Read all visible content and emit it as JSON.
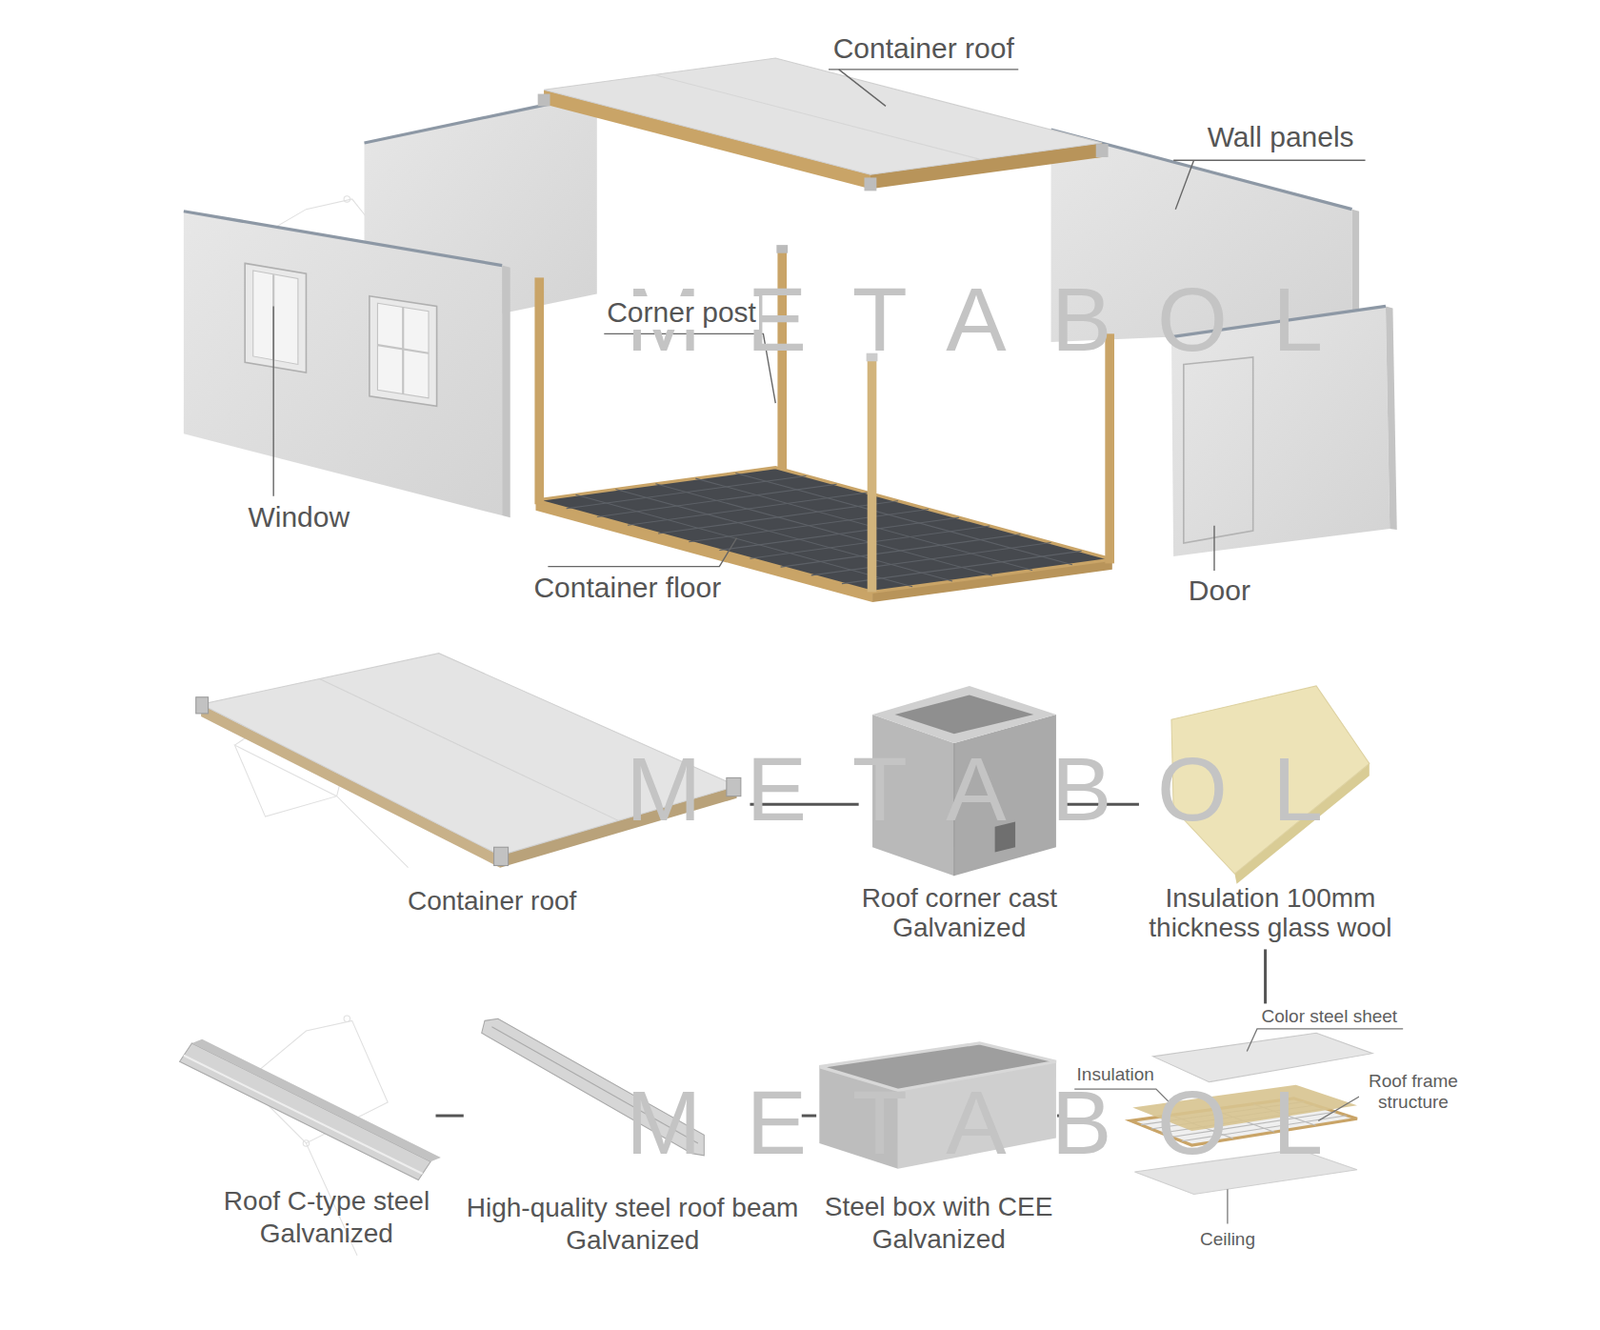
{
  "diagram": {
    "nodes": [
      {
        "text": [
          "Container roof"
        ]
      },
      {
        "text": [
          "Roof corner cast",
          "Galvanized"
        ]
      },
      {
        "text": [
          "Insulation 100mm thickness glass wool"
        ]
      },
      {
        "text": [
          "Roof C-type steel",
          "Galvanized"
        ]
      },
      {
        "text": [
          "High-quality steel roof beam",
          "Galvanized"
        ]
      },
      {
        "text": [
          "Steel box with CEE",
          "Galvanized"
        ]
      },
      {
        "text": [
          "Color steel sheet",
          "Insulation",
          "Roof frame structure",
          "Ceiling"
        ]
      }
    ],
    "edges": [
      {
        "from": 0,
        "to": 1,
        "arrow": "none"
      },
      {
        "from": 1,
        "to": 2,
        "arrow": "none"
      },
      {
        "from": 2,
        "to": 6,
        "arrow": "none"
      },
      {
        "from": 3,
        "to": 4,
        "arrow": "none"
      },
      {
        "from": 4,
        "to": 5,
        "arrow": "none"
      },
      {
        "from": 5,
        "to": 6,
        "arrow": "none"
      }
    ],
    "labels": [
      "Container roof",
      "Wall panels",
      "Corner post",
      "METABOL",
      "Window",
      "Container floor",
      "Door",
      "METABOL",
      "METABOL"
    ]
  }
}
